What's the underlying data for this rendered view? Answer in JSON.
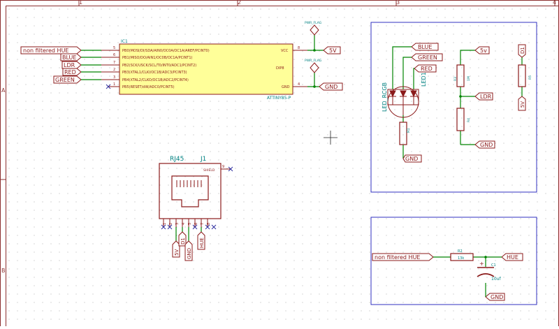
{
  "frame": {
    "columns": [
      "1",
      "2",
      "3",
      "4"
    ],
    "rows": [
      "A",
      "B"
    ]
  },
  "colors": {
    "frame": "#8b2f2f",
    "wire": "#008400",
    "symbol": "#8b1a1a",
    "ic_fill": "#ffff99",
    "ref_text": "#008080",
    "pin_text": "#8b1a1a",
    "value_text": "#008080",
    "sheet_box": "#3030c0",
    "noconnect": "#3030a0",
    "power_flag_text": "#008080"
  },
  "ic1": {
    "ref": "IC1",
    "value": "ATTINY85-P",
    "pins_left": [
      {
        "num": "5",
        "name": "PB0(MOSI/DI/SDA/AIN0/OC0A/OC1A/AREF/PCINT0)"
      },
      {
        "num": "6",
        "name": "PB1(MISO/DO/AIN1/OC0B/OC1A/PCINT1)"
      },
      {
        "num": "7",
        "name": "PB2(SCK/USCK/SCL/T0/INT0/ADC1/PCINT2)"
      },
      {
        "num": "2",
        "name": "PB3(XTAL1/CLKI/OC1B/ADC3/PCINT3)"
      },
      {
        "num": "3",
        "name": "PB4(XTAL2/CLKO/OC1B/ADC2/PCINT4)"
      },
      {
        "num": "1",
        "name": "PB5(RESET/dW/ADC0/PCINT5)"
      }
    ],
    "pins_right": [
      {
        "num": "8",
        "name": "VCC"
      },
      {
        "num": "4",
        "name": "GND"
      }
    ],
    "package": "DIP8"
  },
  "left_labels": [
    "non filtered HUE",
    "BLUE",
    "LDR",
    "RED",
    "GREEN"
  ],
  "power_flags": [
    "PWR_FLAG",
    "PWR_FLAG"
  ],
  "ic_power_labels": [
    "5V",
    "GND"
  ],
  "led_box": {
    "labels": [
      "BLUE",
      "GREEN",
      "RED"
    ],
    "led_ref": "LED1",
    "led_value": "LED_RCGB",
    "r1_ref": "R1",
    "gnd": "GND",
    "ldr_5v": "5v",
    "r_top_ref": "R3",
    "r_top_value": "1M",
    "ldr_ref": "R4",
    "ldr_label": "LDR",
    "ldr_gnd": "GND",
    "side_top": "D1",
    "side_res": "R5",
    "side_bottom": "5V"
  },
  "rj45": {
    "title": "RJ45",
    "ref": "J1",
    "shield_label": "SHIELD",
    "shield_pin": "9",
    "pins": [
      "1",
      "2",
      "3",
      "4",
      "5",
      "6",
      "7",
      "8"
    ],
    "labels": [
      "5V",
      "D1",
      "GND",
      "HUE"
    ]
  },
  "filter_box": {
    "input_label": "non filtered HUE",
    "r2_ref": "R2",
    "r2_value": "13k",
    "output_label": "HUE",
    "c1_ref": "C1",
    "c1_value": "10uf",
    "gnd": "GND"
  }
}
